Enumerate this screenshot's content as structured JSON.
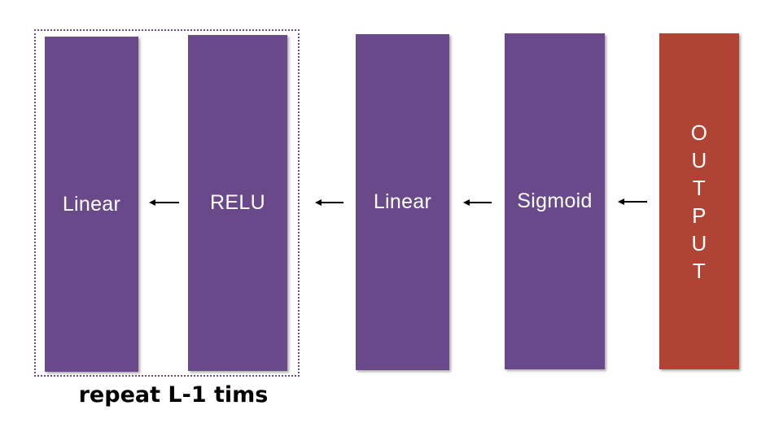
{
  "blocks": [
    {
      "label": "Linear",
      "color": "#6a498b"
    },
    {
      "label": "RELU",
      "color": "#6a498b"
    },
    {
      "label": "Linear",
      "color": "#6a498b"
    },
    {
      "label": "Sigmoid",
      "color": "#6a498b"
    },
    {
      "label": "OUTPUT",
      "letters": [
        "O",
        "U",
        "T",
        "P",
        "U",
        "T"
      ],
      "color": "#b04434"
    }
  ],
  "repeat_group": {
    "caption": "repeat L-1 tims"
  },
  "arrow_direction": "left"
}
